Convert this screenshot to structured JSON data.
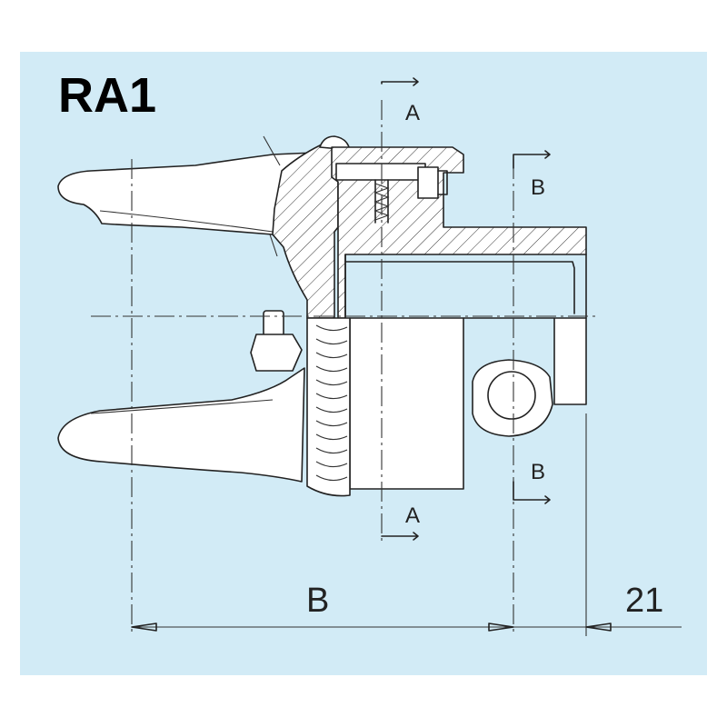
{
  "title": "RA1",
  "section_labels": {
    "a_top": "A",
    "a_bottom": "A",
    "b_top": "B",
    "b_bottom": "B"
  },
  "dimensions": {
    "length_label": "B",
    "offset_label": "21"
  }
}
